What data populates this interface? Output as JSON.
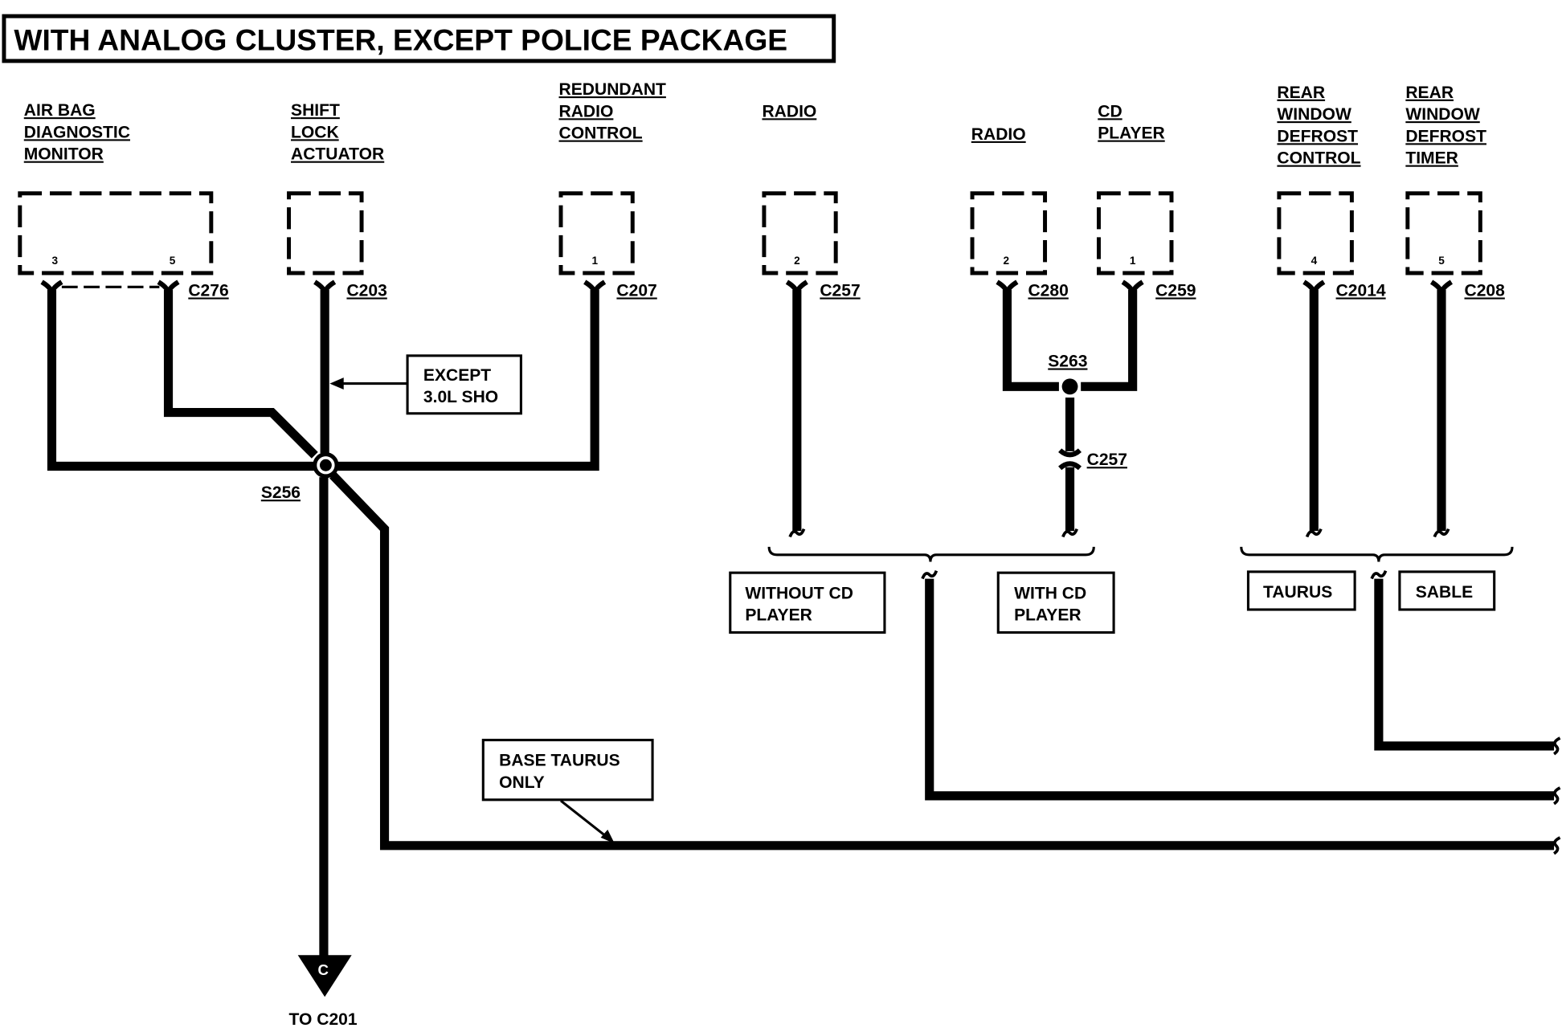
{
  "title": "WITH ANALOG CLUSTER, EXCEPT POLICE PACKAGE",
  "colors": {
    "ink": "#000000",
    "paper": "#ffffff"
  },
  "components": [
    {
      "id": "airbag",
      "label_lines": [
        "AIR BAG",
        "DIAGNOSTIC",
        "MONITOR"
      ],
      "pins": [
        "3",
        "5"
      ],
      "connector": "C276"
    },
    {
      "id": "shiftlock",
      "label_lines": [
        "SHIFT",
        "LOCK",
        "ACTUATOR"
      ],
      "pins": [],
      "connector": "C203"
    },
    {
      "id": "redundant",
      "label_lines": [
        "REDUNDANT",
        "RADIO",
        "CONTROL"
      ],
      "pins": [
        "1"
      ],
      "connector": "C207"
    },
    {
      "id": "radio1",
      "label_lines": [
        "RADIO"
      ],
      "pins": [
        "2"
      ],
      "connector": "C257"
    },
    {
      "id": "radio2",
      "label_lines": [
        "RADIO"
      ],
      "pins": [
        "2"
      ],
      "connector": "C280"
    },
    {
      "id": "cdplayer",
      "label_lines": [
        "CD",
        "PLAYER"
      ],
      "pins": [
        "1"
      ],
      "connector": "C259"
    },
    {
      "id": "rwdcontrol",
      "label_lines": [
        "REAR",
        "WINDOW",
        "DEFROST",
        "CONTROL"
      ],
      "pins": [
        "4"
      ],
      "connector": "C2014"
    },
    {
      "id": "rwdtimer",
      "label_lines": [
        "REAR",
        "WINDOW",
        "DEFROST",
        "TIMER"
      ],
      "pins": [
        "5"
      ],
      "connector": "C208"
    }
  ],
  "splices": {
    "s256": "S256",
    "s263": "S263"
  },
  "inline_connector": "C257",
  "notes": {
    "except_sho": [
      "EXCEPT",
      "3.0L SHO"
    ],
    "without_cd": [
      "WITHOUT CD",
      "PLAYER"
    ],
    "with_cd": [
      "WITH CD",
      "PLAYER"
    ],
    "taurus": "TAURUS",
    "sable": "SABLE",
    "base_taurus": [
      "BASE TAURUS",
      "ONLY"
    ]
  },
  "offpage": {
    "symbol": "C",
    "label": "TO C201"
  }
}
